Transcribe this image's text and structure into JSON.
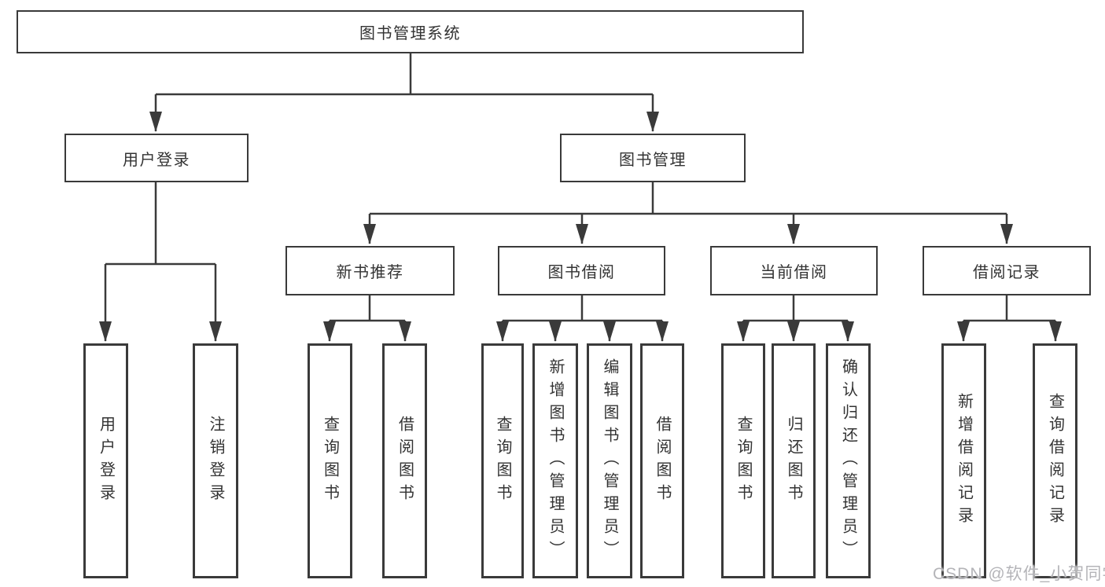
{
  "colors": {
    "line": "#3a3a3a",
    "text": "#333333",
    "watermark": "#b4b4b8",
    "bg": "#ffffff"
  },
  "watermark": "CSDN @软件_小贺同学",
  "tree": {
    "label": "图书管理系统",
    "children": [
      {
        "label": "用户登录",
        "children": [
          {
            "label": "用户登录"
          },
          {
            "label": "注销登录"
          }
        ]
      },
      {
        "label": "图书管理",
        "children": [
          {
            "label": "新书推荐",
            "children": [
              {
                "label": "查询图书"
              },
              {
                "label": "借阅图书"
              }
            ]
          },
          {
            "label": "图书借阅",
            "children": [
              {
                "label": "查询图书"
              },
              {
                "label": "新增图书（管理员）"
              },
              {
                "label": "编辑图书（管理员）"
              },
              {
                "label": "借阅图书"
              }
            ]
          },
          {
            "label": "当前借阅",
            "children": [
              {
                "label": "查询图书"
              },
              {
                "label": "归还图书"
              },
              {
                "label": "确认归还（管理员）"
              }
            ]
          },
          {
            "label": "借阅记录",
            "children": [
              {
                "label": "新增借阅记录"
              },
              {
                "label": "查询借阅记录"
              }
            ]
          }
        ]
      }
    ]
  }
}
